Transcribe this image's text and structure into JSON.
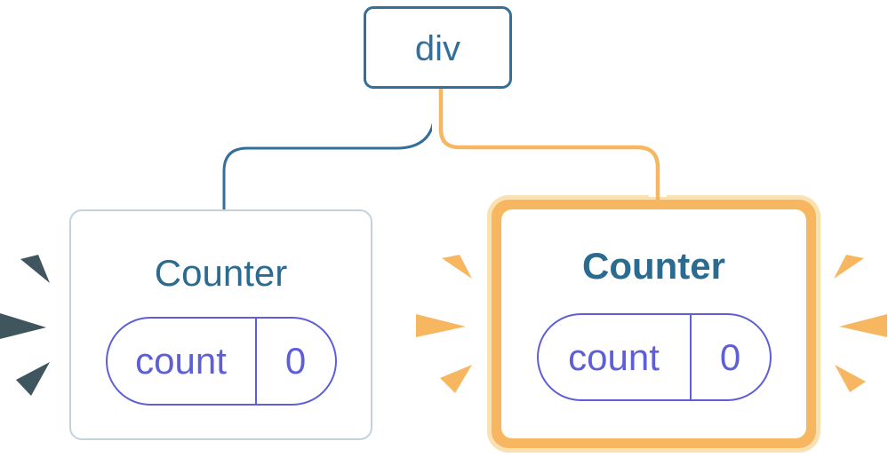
{
  "diagram": {
    "root": {
      "label": "div"
    },
    "counters": [
      {
        "title": "Counter",
        "state_key": "count",
        "state_value": "0",
        "highlighted": false
      },
      {
        "title": "Counter",
        "state_key": "count",
        "state_value": "0",
        "highlighted": true
      }
    ]
  },
  "colors": {
    "blue": "#336F9B",
    "teal": "#2B6B8F",
    "indigo": "#5E5ED6",
    "orange": "#F7B761",
    "cream": "#FBE0B2",
    "card_border": "#C3D3DD",
    "burst": "#3F565F",
    "casing": "#FFFFFF"
  }
}
